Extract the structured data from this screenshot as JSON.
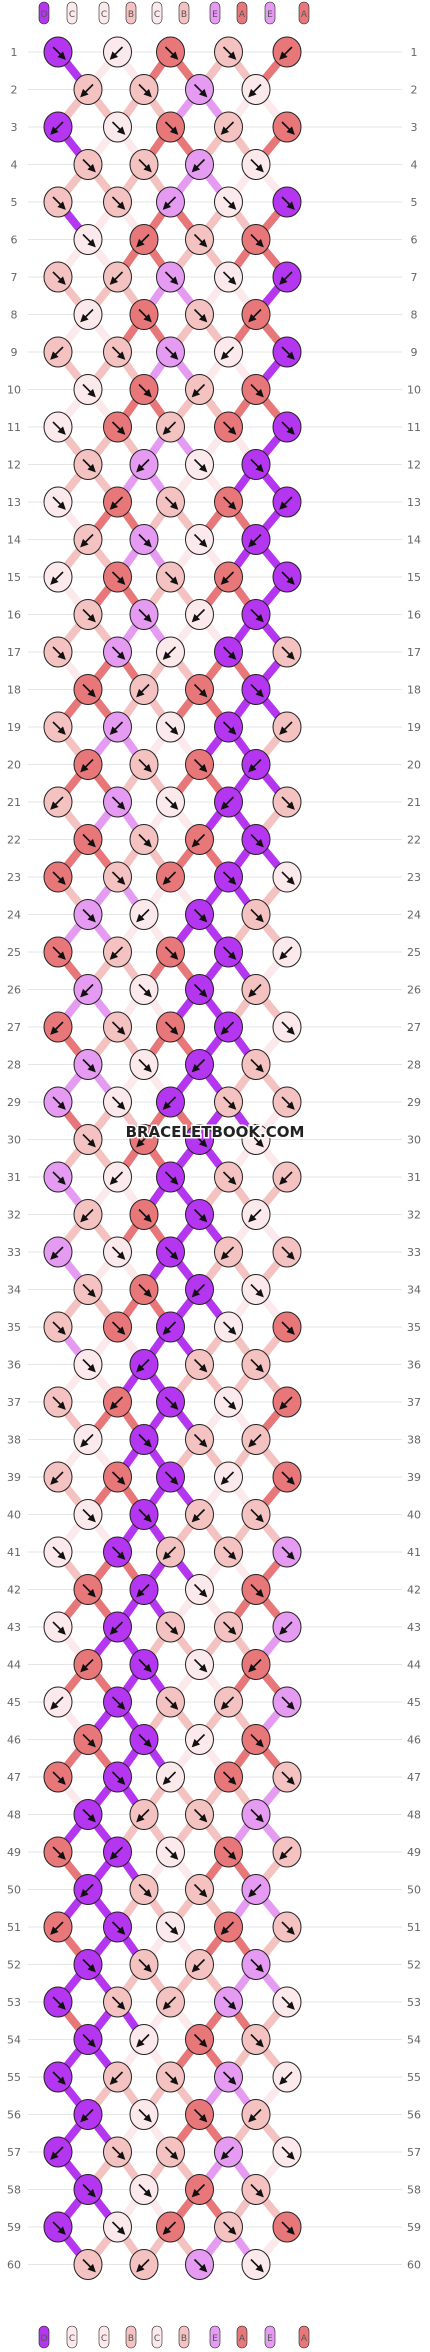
{
  "watermark": "BRACELETBOOK.COM",
  "string_letters": [
    "D",
    "C",
    "C",
    "B",
    "C",
    "B",
    "E",
    "A",
    "E",
    "A"
  ],
  "rows": 60,
  "colors": {
    "A": "#e8777a",
    "B": "#f4c2c0",
    "C": "#fce9ec",
    "D": "#b536f0",
    "E": "#e59bf2",
    "outline": "#222222",
    "grid": "#cccccc"
  },
  "icons": [
    "knot-forward-arrow-icon",
    "knot-backward-arrow-icon"
  ]
}
